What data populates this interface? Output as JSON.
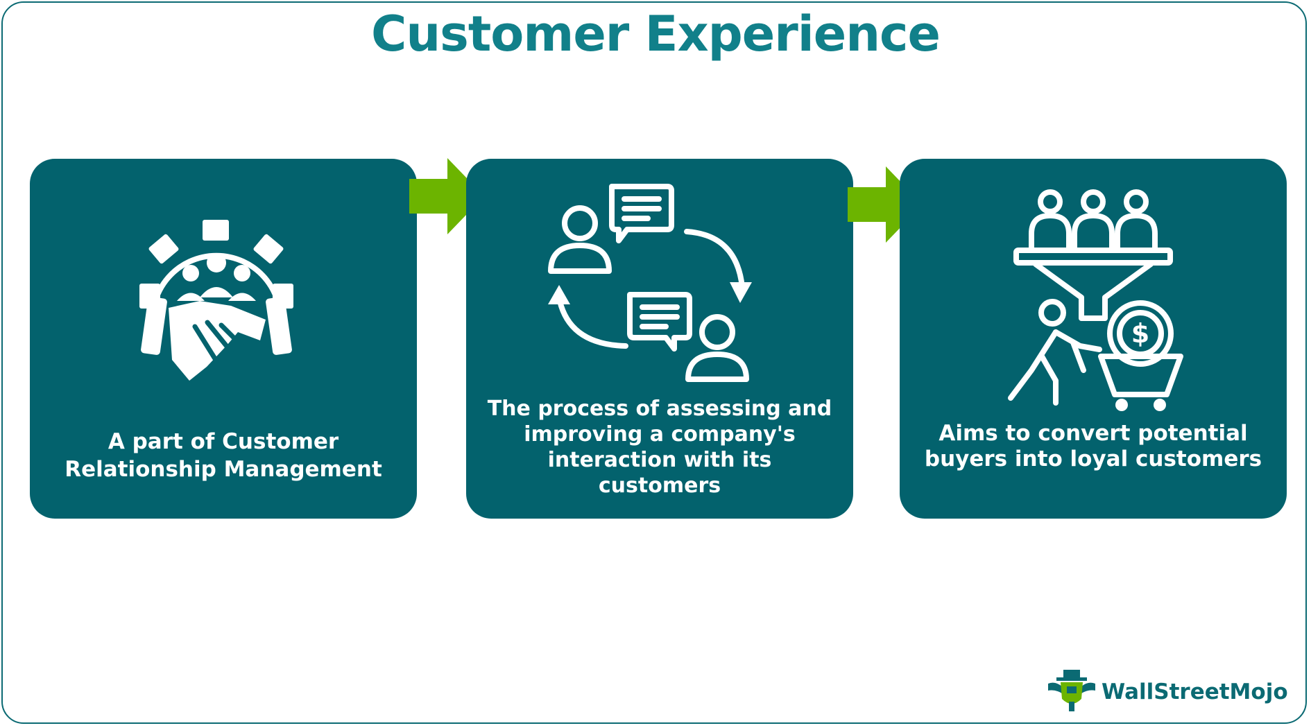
{
  "title": "Customer Experience",
  "colors": {
    "title": "#11808a",
    "card_background": "#03626d",
    "arrow": "#6cb400",
    "border": "#0b6a73",
    "card_text": "#ffffff"
  },
  "cards": [
    {
      "icon": "handshake-gear-icon",
      "text": "A part of Customer Relationship Management"
    },
    {
      "icon": "conversation-cycle-icon",
      "text": "The process of assessing and improving a company's interaction with its customers"
    },
    {
      "icon": "customer-funnel-conversion-icon",
      "text": "Aims to convert potential buyers into loyal customers"
    }
  ],
  "connectors": [
    {
      "icon": "right-arrow-icon"
    },
    {
      "icon": "right-arrow-icon"
    }
  ],
  "logo": {
    "icon": "wallstreetmojo-logo-icon",
    "text": "WallStreetMojo"
  }
}
